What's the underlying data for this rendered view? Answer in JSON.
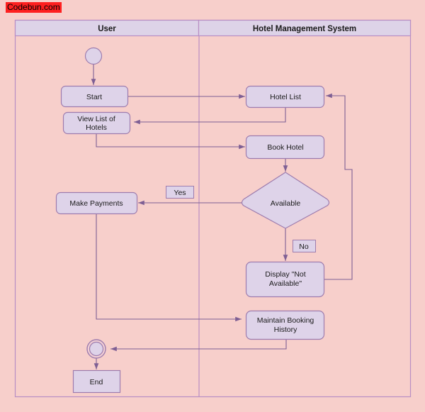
{
  "watermark": {
    "text": "Codebun.com",
    "bg_color": "#fe2020",
    "text_color": "#000000"
  },
  "diagram": {
    "type": "activity-swimlane-diagram",
    "background_color": "#f7cfcb",
    "node_fill": "#ded3e9",
    "stroke_color": "#9d7cae",
    "header_fill": "#ddd3e8",
    "lanes": [
      {
        "id": "user",
        "title": "User"
      },
      {
        "id": "system",
        "title": "Hotel Management System"
      }
    ],
    "nodes": [
      {
        "id": "initial",
        "label": "",
        "shape": "initial-node",
        "lane": "user"
      },
      {
        "id": "start",
        "label": "Start",
        "shape": "rounded-rect",
        "lane": "user"
      },
      {
        "id": "view-list",
        "label": "View List of Hotels",
        "shape": "rounded-rect",
        "lane": "user"
      },
      {
        "id": "make-payments",
        "label": "Make Payments",
        "shape": "rounded-rect",
        "lane": "user"
      },
      {
        "id": "final",
        "label": "",
        "shape": "final-node",
        "lane": "user"
      },
      {
        "id": "end",
        "label": "End",
        "shape": "rect",
        "lane": "user"
      },
      {
        "id": "hotel-list",
        "label": "Hotel List",
        "shape": "rounded-rect",
        "lane": "system"
      },
      {
        "id": "book-hotel",
        "label": "Book Hotel",
        "shape": "rounded-rect",
        "lane": "system"
      },
      {
        "id": "available",
        "label": "Available",
        "shape": "diamond",
        "lane": "system"
      },
      {
        "id": "display-not-available",
        "label": "Display \"Not Available\"",
        "shape": "rounded-rect",
        "lane": "system"
      },
      {
        "id": "maintain-history",
        "label": "Maintain Booking History",
        "shape": "rounded-rect",
        "lane": "system"
      }
    ],
    "node_labels": {
      "start": "Start",
      "view_list_line1": "View List of",
      "view_list_line2": "Hotels",
      "make_payments": "Make Payments",
      "end": "End",
      "hotel_list": "Hotel List",
      "book_hotel": "Book Hotel",
      "available": "Available",
      "display_line1": "Display \"Not",
      "display_line2": "Available\"",
      "maintain_line1": "Maintain Booking",
      "maintain_line2": "History"
    },
    "edge_labels": {
      "yes": "Yes",
      "no": "No"
    },
    "edges": [
      {
        "from": "initial",
        "to": "start",
        "label": ""
      },
      {
        "from": "start",
        "to": "hotel-list",
        "label": ""
      },
      {
        "from": "hotel-list",
        "to": "view-list",
        "label": ""
      },
      {
        "from": "view-list",
        "to": "book-hotel",
        "label": ""
      },
      {
        "from": "book-hotel",
        "to": "available",
        "label": ""
      },
      {
        "from": "available",
        "to": "make-payments",
        "label": "Yes"
      },
      {
        "from": "available",
        "to": "display-not-available",
        "label": "No"
      },
      {
        "from": "display-not-available",
        "to": "hotel-list",
        "label": ""
      },
      {
        "from": "make-payments",
        "to": "maintain-history",
        "label": ""
      },
      {
        "from": "maintain-history",
        "to": "final",
        "label": ""
      },
      {
        "from": "final",
        "to": "end",
        "label": ""
      }
    ]
  }
}
